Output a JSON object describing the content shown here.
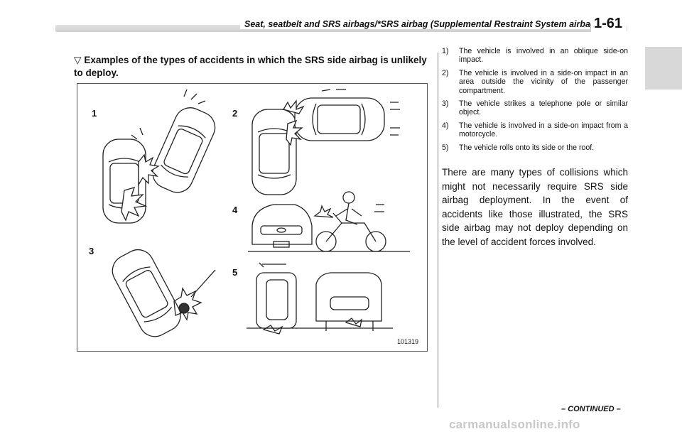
{
  "header": {
    "title": "Seat, seatbelt and SRS airbags/*SRS airbag (Supplemental Restraint System airbag)",
    "page_number": "1-61"
  },
  "section": {
    "marker": "▽",
    "heading": "Examples of the types of accidents in which the SRS side airbag is unlikely to deploy."
  },
  "figure": {
    "labels": [
      "1",
      "2",
      "3",
      "4",
      "5"
    ],
    "code": "101319"
  },
  "list": [
    {
      "num": "1)",
      "text": "The vehicle is involved in an oblique side-on impact."
    },
    {
      "num": "2)",
      "text": "The vehicle is involved in a side-on impact in an area outside the vicinity of the passenger compartment."
    },
    {
      "num": "3)",
      "text": "The vehicle strikes a telephone pole or similar object."
    },
    {
      "num": "4)",
      "text": "The vehicle is involved in a side-on impact from a motorcycle."
    },
    {
      "num": "5)",
      "text": "The vehicle rolls onto its side or the roof."
    }
  ],
  "paragraph": "There are many types of collisions which might not necessarily require SRS side airbag deployment. In the event of accidents like those illustrated, the SRS side airbag may not deploy depending on the level of accident forces involved.",
  "footer": {
    "continued": "– CONTINUED –",
    "watermark": "carmanualsonline.info"
  }
}
